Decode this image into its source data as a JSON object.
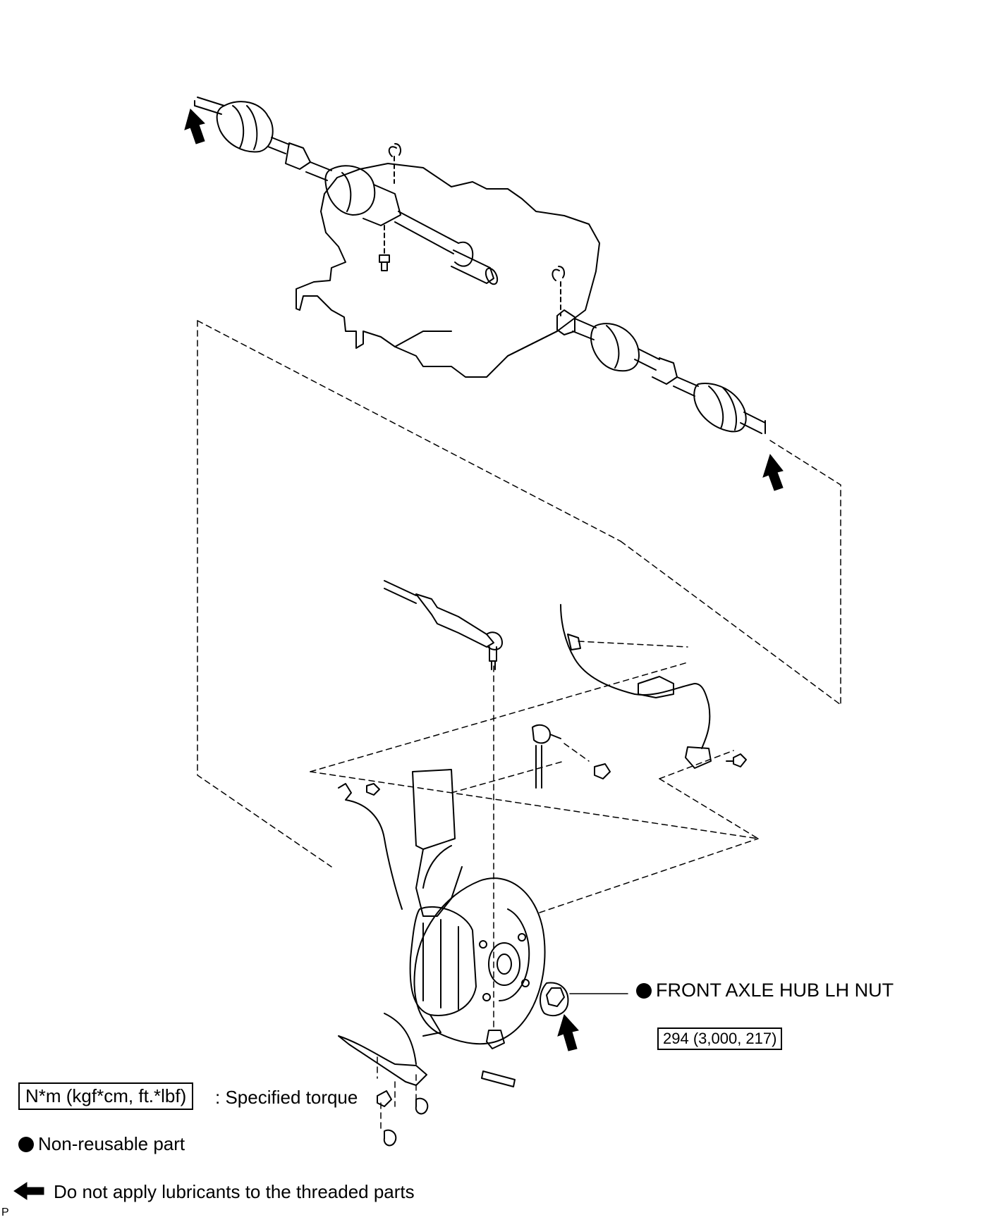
{
  "callout": {
    "part_name": "FRONT AXLE HUB LH NUT",
    "torque": "294 (3,000, 217)"
  },
  "legend": {
    "torque_unit": "N*m (kgf*cm, ft.*lbf)",
    "torque_desc": ": Specified torque",
    "nonreusable": "Non-reusable part",
    "lubricant": "Do not apply lubricants to the threaded parts"
  },
  "corner_mark": "P"
}
